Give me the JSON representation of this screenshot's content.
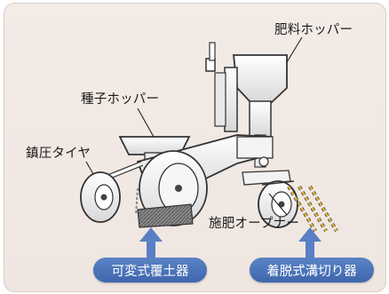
{
  "labels": {
    "fertilizer_hopper": "肥料ホッパー",
    "seed_hopper": "種子ホッパー",
    "press_wheel": "鎮圧タイヤ",
    "fertilizer_opener": "施肥オープナー"
  },
  "callouts": {
    "variable_covering": "可変式覆土器",
    "detachable_furrow": "着脱式溝切り器"
  },
  "colors": {
    "frame_bg": "#f0e8e3",
    "machine": "#ffffff",
    "outline": "#333333",
    "arrow": "#5a7fc4",
    "pill": "#4a70b8",
    "tine": "#e0b640"
  }
}
